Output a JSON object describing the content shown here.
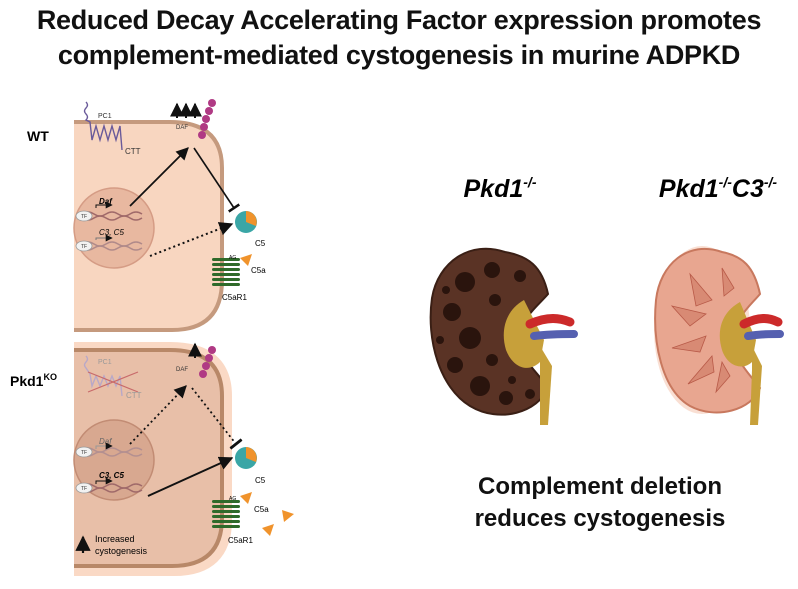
{
  "title": {
    "line1": "Reduced Decay Accelerating Factor expression promotes",
    "line2": "complement-mediated cystogenesis in murine ADPKD"
  },
  "panels": {
    "wt": {
      "label": "WT",
      "pc1": "PC1",
      "ctt": "CTT",
      "daf": "DAF",
      "gene_daf": "Daf",
      "gene_c3c5": "C3, C5",
      "tf": "TF",
      "c5": "C5",
      "c5a": "C5a",
      "c5ar1": "C5aR1"
    },
    "ko": {
      "label": "Pkd1",
      "label_sup": "KO",
      "pc1": "PC1",
      "ctt": "CTT",
      "daf": "DAF",
      "gene_daf": "Daf",
      "gene_c3c5": "C3, C5",
      "tf": "TF",
      "c5": "C5",
      "c5a": "C5a",
      "c5ar1": "C5aR1",
      "note_line1": "Increased",
      "note_line2": "cystogenesis"
    }
  },
  "kidneys": {
    "left_label": "Pkd1",
    "left_sup": "-/-",
    "right_label_a": "Pkd1",
    "right_sup_a": "-/-",
    "right_label_b": "C3",
    "right_sup_b": "-/-"
  },
  "caption": {
    "line1": "Complement deletion",
    "line2": "reduces cystogenesis"
  },
  "colors": {
    "cell_fill": "#f7d3bb",
    "cell_border": "#c89a7c",
    "nucleus": "#e7b39c",
    "daf_bead": "#b03a84",
    "c5_teal": "#3aa6a6",
    "c5_orange": "#f0932c",
    "receptor": "#2f6a2a",
    "kidney_polycystic": "#5a3325",
    "kidney_normal": "#e8a690",
    "pelvis": "#c7a03a",
    "artery": "#cc2a2a",
    "vein": "#5560b0"
  }
}
